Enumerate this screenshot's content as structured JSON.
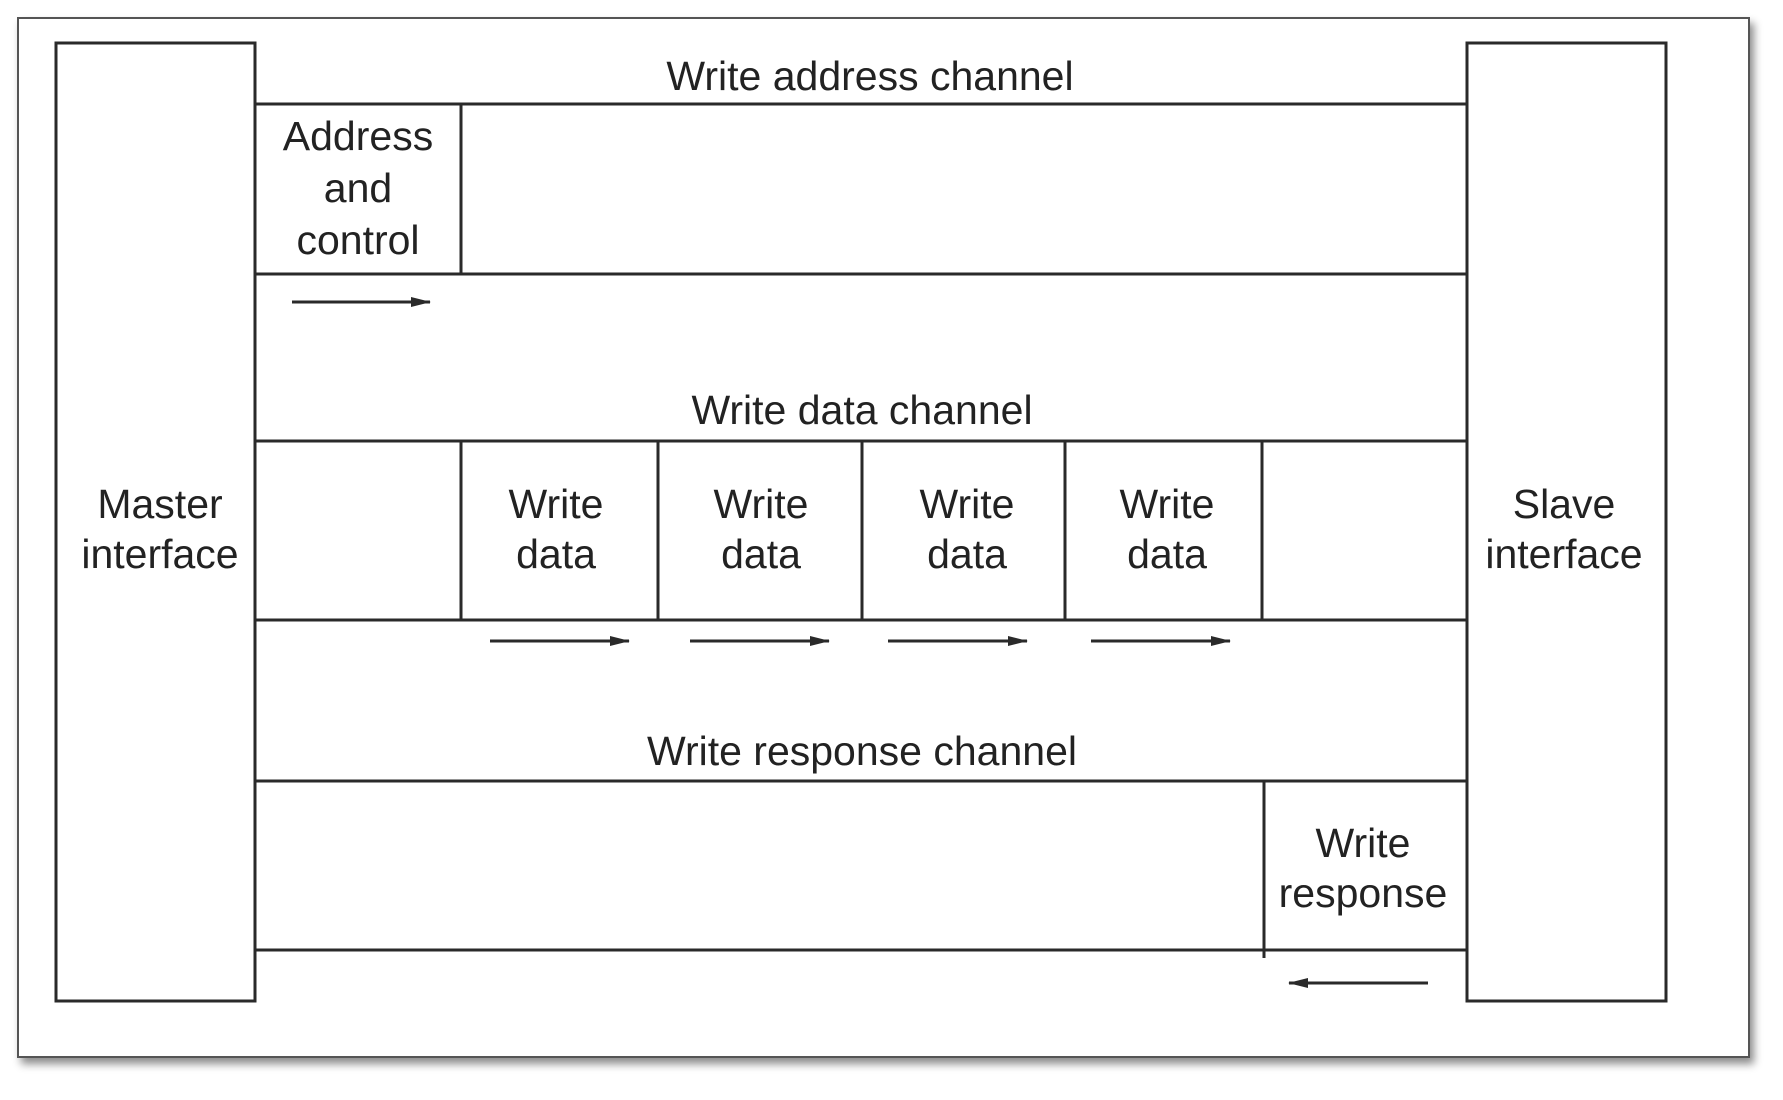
{
  "master": {
    "lines": [
      "Master",
      "interface"
    ]
  },
  "slave": {
    "lines": [
      "Slave",
      "interface"
    ]
  },
  "write_address_channel": {
    "title": "Write address channel",
    "address_and_control": {
      "lines": [
        "Address",
        "and",
        "control"
      ]
    }
  },
  "write_data_channel": {
    "title": "Write data channel",
    "beats": [
      {
        "lines": [
          "Write",
          "data"
        ]
      },
      {
        "lines": [
          "Write",
          "data"
        ]
      },
      {
        "lines": [
          "Write",
          "data"
        ]
      },
      {
        "lines": [
          "Write",
          "data"
        ]
      }
    ]
  },
  "write_response_channel": {
    "title": "Write response channel",
    "write_response": {
      "lines": [
        "Write",
        "response"
      ]
    }
  },
  "colors": {
    "line": "#2a2a2a",
    "text": "#222222",
    "frame_border": "#555555"
  }
}
